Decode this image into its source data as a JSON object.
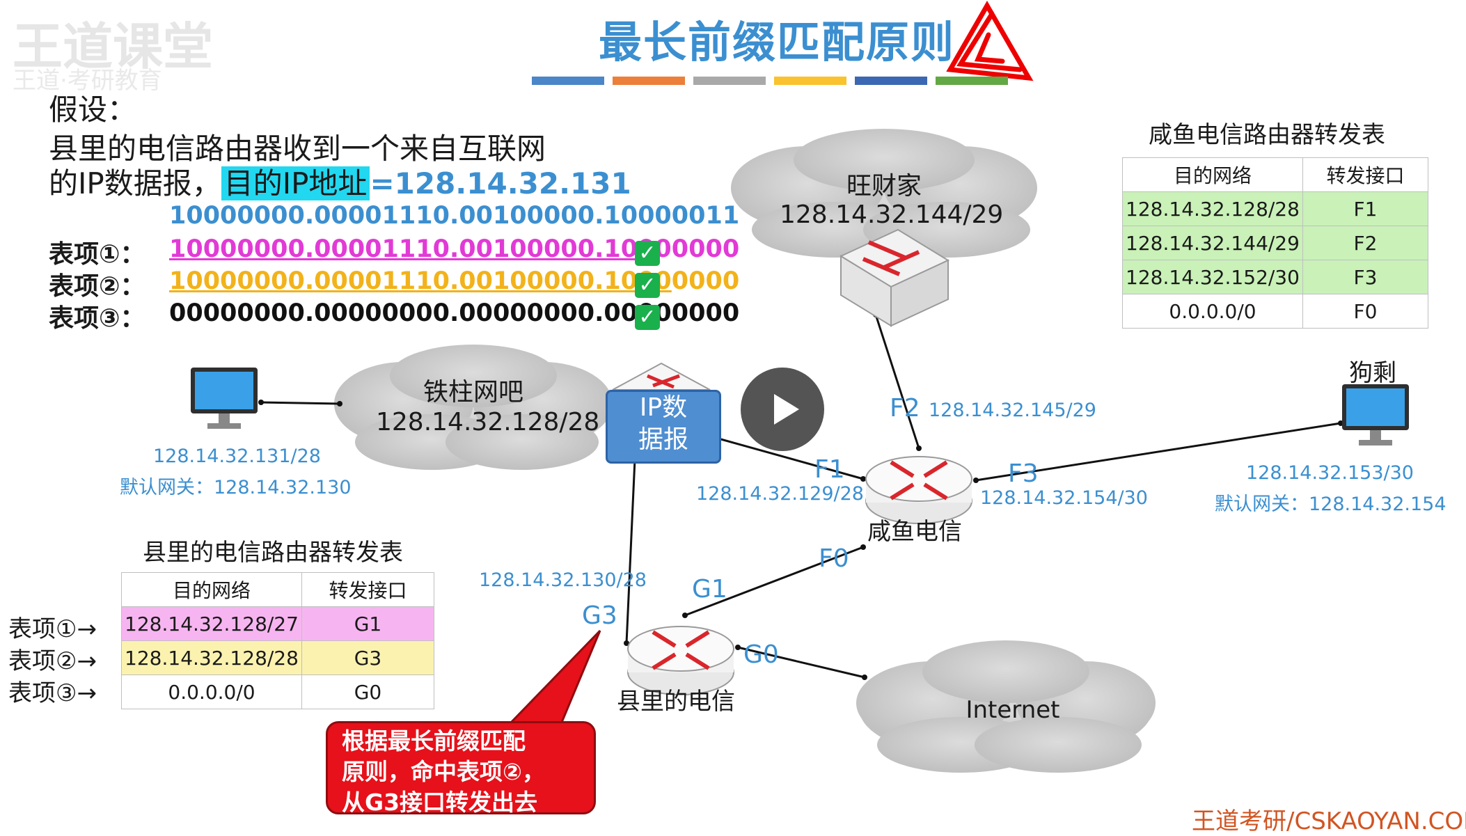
{
  "title": "最长前缀匹配原则",
  "watermark": {
    "line1": "王道课堂",
    "line2": "王道·考研教育"
  },
  "color_bars": [
    "#4a86c8",
    "#ec7f3a",
    "#a9a9a9",
    "#f9c22e",
    "#3c67b3",
    "#62a845"
  ],
  "assumption": {
    "heading": "假设：",
    "line1": "县里的电信路由器收到一个来自互联网",
    "line2_prefix": "的IP数据报，",
    "dest_label": "目的IP地址",
    "dest_value": "=128.14.32.131",
    "dest_binary": "10000000.00001110.00100000.10000011"
  },
  "entries": [
    {
      "label": "表项①：",
      "matched": "10000000.00001110.00100000.100",
      "rest": "00000",
      "color": "#e23ad6",
      "check": "✓"
    },
    {
      "label": "表项②：",
      "matched": "10000000.00001110.00100000.1000",
      "rest": "0000",
      "color": "#f2b21a",
      "check": "✓"
    },
    {
      "label": "表项③：",
      "matched": "",
      "rest": "00000000.00000000.00000000.00000000",
      "color": "#111111",
      "check": "✓"
    }
  ],
  "clouds": {
    "wangcaijia": {
      "name": "旺财家",
      "net": "128.14.32.144/29"
    },
    "tiezhu": {
      "name": "铁柱网吧",
      "net": "128.14.32.128/28"
    },
    "internet": {
      "name": "Internet"
    }
  },
  "hosts": {
    "left_pc": {
      "ip": "128.14.32.131/28",
      "gateway": "默认网关：128.14.32.130"
    },
    "goushen": {
      "name": "狗剩",
      "ip": "128.14.32.153/30",
      "gateway": "默认网关：128.14.32.154"
    }
  },
  "packet": {
    "line1": "IP数",
    "line2": "据报"
  },
  "routers": {
    "xianyu": {
      "name": "咸鱼电信",
      "F1": "F1",
      "F1_ip": "128.14.32.129/28",
      "F2": "F2",
      "F2_ip": "128.14.32.145/29",
      "F3": "F3",
      "F3_ip": "128.14.32.154/30",
      "F0": "F0"
    },
    "county": {
      "name": "县里的电信",
      "G1": "G1",
      "G3": "G3",
      "G3_ip": "128.14.32.130/28",
      "G0": "G0"
    }
  },
  "xianyu_table": {
    "title": "咸鱼电信路由器转发表",
    "headers": [
      "目的网络",
      "转发接口"
    ],
    "rows": [
      [
        "128.14.32.128/28",
        "F1"
      ],
      [
        "128.14.32.144/29",
        "F2"
      ],
      [
        "128.14.32.152/30",
        "F3"
      ],
      [
        "0.0.0.0/0",
        "F0"
      ]
    ],
    "row_colors": [
      "#c9f1b8",
      "#c9f1b8",
      "#c9f1b8",
      "#ffffff"
    ]
  },
  "county_table": {
    "title": "县里的电信路由器转发表",
    "headers": [
      "目的网络",
      "转发接口"
    ],
    "rows": [
      [
        "128.14.32.128/27",
        "G1"
      ],
      [
        "128.14.32.128/28",
        "G3"
      ],
      [
        "0.0.0.0/0",
        "G0"
      ]
    ],
    "row_labels": [
      "表项①→",
      "表项②→",
      "表项③→"
    ],
    "row_colors": [
      "#f6b5f0",
      "#fbf2b0",
      "#ffffff"
    ]
  },
  "callout": {
    "line1": "根据最长前缀匹配",
    "line2": "原则，命中表项②，",
    "line3": "从G3接口转发出去"
  },
  "footer": "王道考研/CSKAOYAN.COM"
}
